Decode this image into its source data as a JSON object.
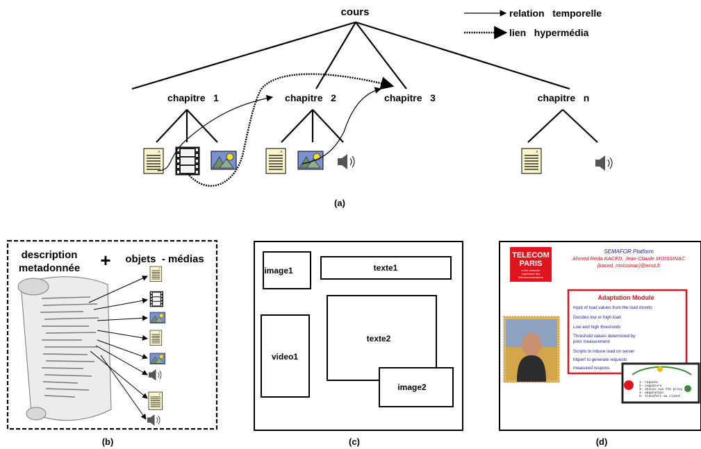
{
  "legend": {
    "temporal_relation": "relation   temporelle",
    "hypermedia_link": "lien   hypermédia"
  },
  "tree": {
    "root": "cours",
    "chapters": [
      "chapitre   1",
      "chapitre   2",
      "chapitre   3",
      "chapitre   n"
    ]
  },
  "captions": {
    "a": "(a)",
    "b": "(b)",
    "c": "(c)",
    "d": "(d)"
  },
  "panel_b": {
    "description_line1": "description",
    "description_line2": "metadonnée",
    "plus": "+",
    "media_objects": "objets  - médias"
  },
  "panel_c": {
    "image1": "image1",
    "texte1": "texte1",
    "texte2": "texte2",
    "video1": "video1",
    "image2": "image2"
  },
  "panel_d": {
    "logo_line1": "TELECOM",
    "logo_line2": "PARIS",
    "logo_line3": "école nationale",
    "logo_line4": "supérieure des",
    "logo_line5": "télécommunications",
    "header_line1": "SEMAFOR Platform",
    "header_line2": "Ahmed Reda KACED, Jean-Claude MOISSINAC",
    "header_line3": "{kaced, moissinac}@enst.fr",
    "module_title": "Adaptation Module",
    "module_items": [
      "Input of load values from the load monito",
      "Decides low or high load",
      "Low and high thresholds",
      "Threshold values determined by",
      "prior measurement",
      "Scripts to induce load on server",
      "httperf to generate requests",
      "measured respons"
    ],
    "diagram_lines": [
      "1- requete",
      "2- signature",
      "3- envois via the proxy",
      "4- adaptation",
      "5- transfert au client"
    ],
    "accent_red": "#e0141e",
    "accent_blue": "#2222bb"
  }
}
